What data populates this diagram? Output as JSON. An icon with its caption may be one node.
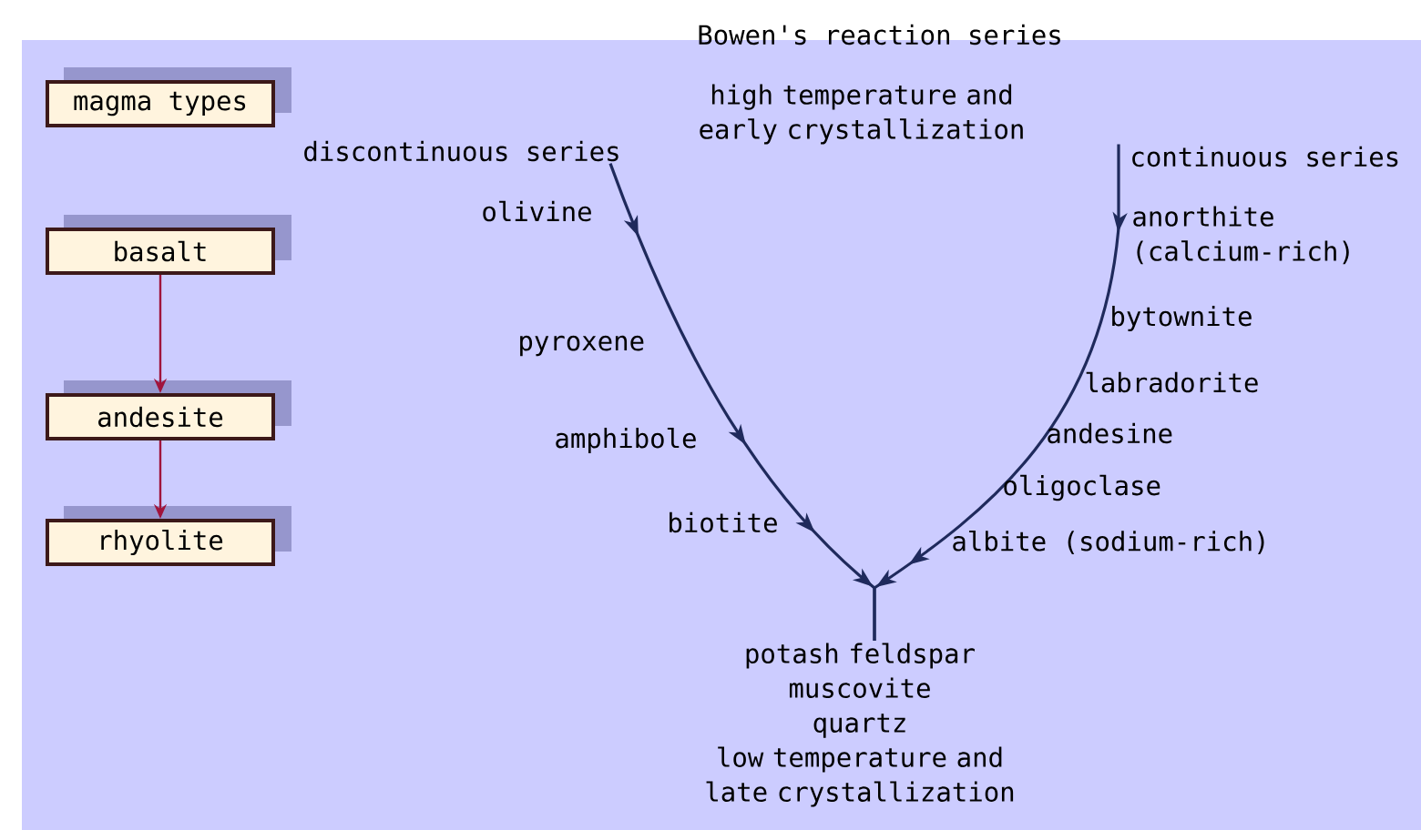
{
  "diagram": {
    "title": "Bowen's reaction series",
    "nodes": [
      {
        "text": [
          "magma types"
        ]
      },
      {
        "text": [
          "basalt"
        ]
      },
      {
        "text": [
          "andesite"
        ]
      },
      {
        "text": [
          "rhyolite"
        ]
      },
      {
        "text": [
          "discontinuous series"
        ]
      },
      {
        "text": [
          "continuous series"
        ]
      },
      {
        "text": [
          "potash feldspar",
          "muscovite",
          "quartz",
          "low temperature and late crystallization"
        ]
      }
    ],
    "edges": [
      {
        "from": 1,
        "to": 2,
        "arrow": "to",
        "color": "#a0143c"
      },
      {
        "from": 2,
        "to": 3,
        "arrow": "to",
        "color": "#a0143c"
      },
      {
        "from": 4,
        "to": 6,
        "arrow": "to",
        "color": "#1f2a5c"
      },
      {
        "from": 5,
        "to": 6,
        "arrow": "to",
        "color": "#1f2a5c"
      }
    ],
    "labels": [
      "high temperature and early crystallization",
      "olivine",
      "pyroxene",
      "amphibole",
      "biotite",
      "anorthite (calcium-rich)",
      "bytownite",
      "labradorite",
      "andesine",
      "oligoclase",
      "albite (sodium-rich)"
    ]
  }
}
